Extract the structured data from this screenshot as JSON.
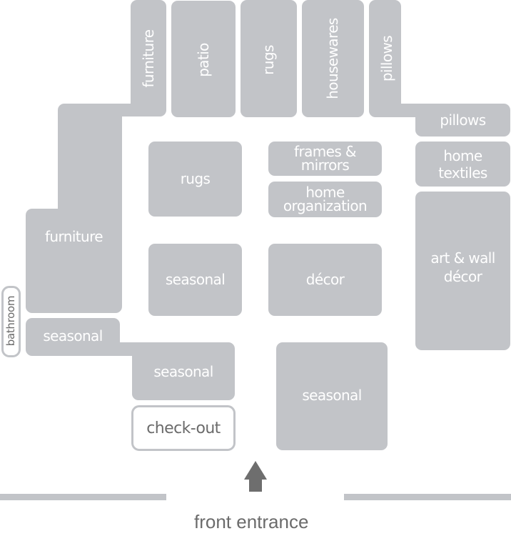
{
  "map": {
    "title": "store floor plan",
    "departments": {
      "furniture_top": "furniture",
      "patio": "patio",
      "rugs_top": "rugs",
      "housewares": "housewares",
      "pillows_top": "pillows",
      "pillows_right": "pillows",
      "furniture_left": "furniture",
      "rugs_center": "rugs",
      "frames_mirrors": "frames &\nmirrors",
      "home_organization": "home\norganization",
      "home_textiles": "home\ntextiles",
      "seasonal_center": "seasonal",
      "decor": "décor",
      "art_wall_decor": "art & wall\ndécor",
      "seasonal_left": "seasonal",
      "seasonal_lower": "seasonal",
      "seasonal_bottom": "seasonal"
    },
    "facilities": {
      "bathroom": "bathroom",
      "checkout": "check-out"
    },
    "entrance_label": "front entrance",
    "colors": {
      "block": "#c2c4c8",
      "arrow": "#6e6e6e",
      "text_dark": "#6b6b6b"
    }
  }
}
